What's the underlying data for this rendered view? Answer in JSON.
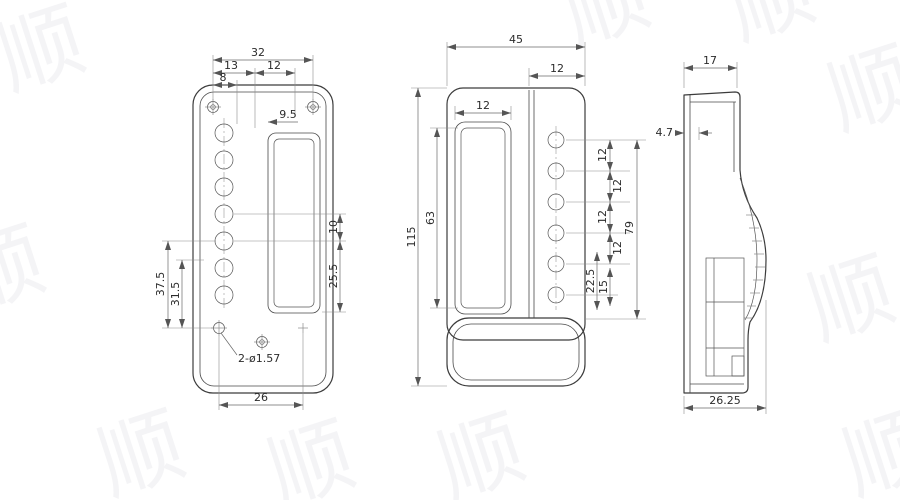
{
  "drawing": {
    "front": {
      "dim_32": "32",
      "dim_13": "13",
      "dim_8": "8",
      "dim_12": "12",
      "dim_9_5": "9.5",
      "dim_37_5": "37.5",
      "dim_31_5": "31.5",
      "dim_10": "10",
      "dim_25_5": "25.5",
      "dim_holes": "2-ø1.57",
      "dim_26": "26"
    },
    "top": {
      "dim_45": "45",
      "dim_12_right": "12",
      "dim_12_slot": "12",
      "dim_63": "63",
      "dim_115": "115",
      "chain": [
        "12",
        "12",
        "12",
        "12"
      ],
      "dim_79": "79",
      "dim_22_5": "22.5",
      "dim_15": "15"
    },
    "side": {
      "dim_17": "17",
      "dim_4_7": "4.7",
      "dim_26_25": "26.25"
    }
  },
  "watermark": {
    "glyph": "顺"
  }
}
